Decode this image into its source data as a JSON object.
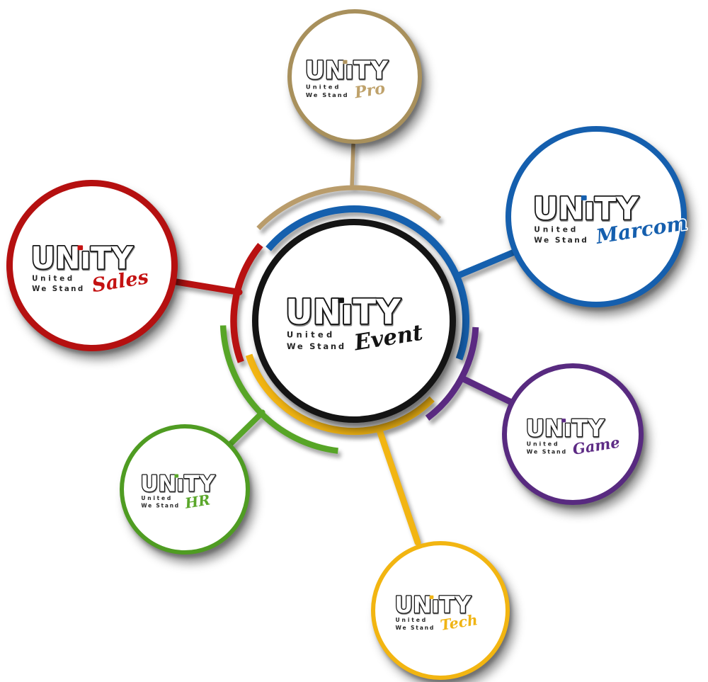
{
  "diagram": {
    "background": "#ffffff",
    "brand": {
      "wordmark_pre": "UN",
      "wordmark_i": "ı",
      "wordmark_post": "TY",
      "wordmark_full": "UNiTY",
      "tagline_line1": "United",
      "tagline_line2": "We Stand"
    },
    "center": {
      "id": "event",
      "name": "UNiTY Event",
      "label": "Event",
      "accent_color": "#141414",
      "ring_color": "#141414"
    },
    "satellites": [
      {
        "id": "pro",
        "name": "UNiTY Pro",
        "label": "Pro",
        "accent_color": "#bfa26b",
        "ring_color": "#a8905c",
        "connector_color": "#b99c6b"
      },
      {
        "id": "marcom",
        "name": "UNiTY Marcom",
        "label": "Marcom",
        "accent_color": "#155fae",
        "ring_color": "#155fae",
        "connector_color": "#1560ae"
      },
      {
        "id": "sales",
        "name": "UNiTY Sales",
        "label": "Sales",
        "accent_color": "#c41212",
        "ring_color": "#b51010",
        "connector_color": "#b81111"
      },
      {
        "id": "hr",
        "name": "UNiTY HR",
        "label": "HR",
        "accent_color": "#5aa72a",
        "ring_color": "#4f9c22",
        "connector_color": "#57a527"
      },
      {
        "id": "tech",
        "name": "UNiTY Tech",
        "label": "Tech",
        "accent_color": "#f0b414",
        "ring_color": "#f2b511",
        "connector_color": "#f2b513"
      },
      {
        "id": "game",
        "name": "UNiTY Game",
        "label": "Game",
        "accent_color": "#5d2b85",
        "ring_color": "#582a80",
        "connector_color": "#5b2a82"
      }
    ]
  }
}
